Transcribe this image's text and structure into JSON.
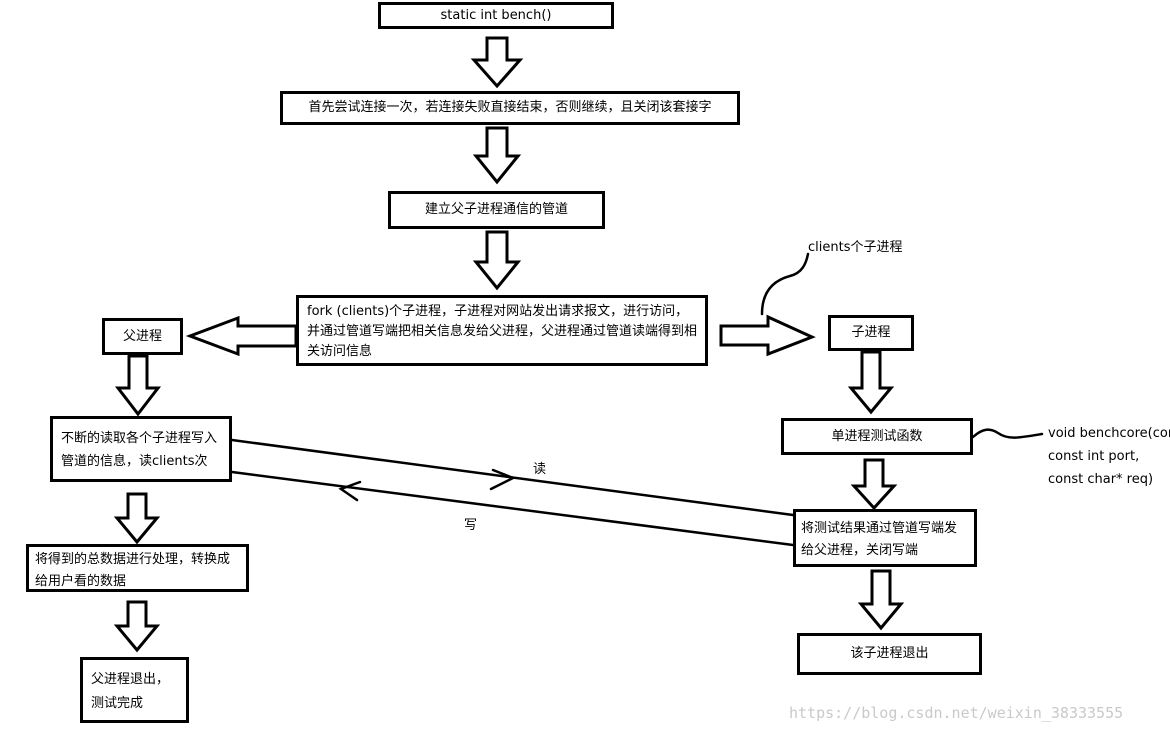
{
  "nodes": {
    "bench": "static int bench()",
    "try_connect": "首先尝试连接一次，若连接失败直接结束，否则继续，且关闭该套接字",
    "pipe": "建立父子进程通信的管道",
    "fork": "fork (clients)个子进程，子进程对网站发出请求报文，进行访问，并通过管道写端把相关信息发给父进程，父进程通过管道读端得到相关访问信息",
    "parent": "父进程",
    "child": "子进程",
    "read_loop": "不断的读取各个子进程写入管道的信息，读clients次",
    "process": "将得到的总数据进行处理，转换成给用户看的数据",
    "parent_exit": "父进程退出，测试完成",
    "benchcore": "单进程测试函数",
    "write_result": "将测试结果通过管道写端发给父进程，关闭写端",
    "child_exit": "该子进程退出"
  },
  "annotations": {
    "clients_children": "clients个子进程",
    "benchcore_sig_1": "void benchcore(con",
    "benchcore_sig_2": "const int port,",
    "benchcore_sig_3": "const char* req)"
  },
  "edge_labels": {
    "read": "读",
    "write": "写"
  },
  "watermark": "https://blog.csdn.net/weixin_38333555"
}
